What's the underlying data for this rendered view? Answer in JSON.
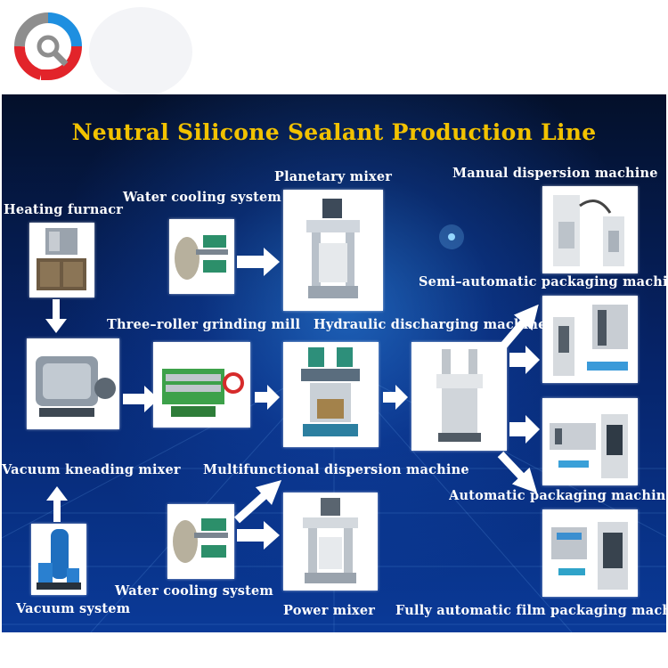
{
  "title": "Neutral Silicone Sealant Production Line",
  "labels": {
    "heating_furnace": "Heating furnacr",
    "water_cooling_top": "Water cooling system",
    "planetary_mixer": "Planetary mixer",
    "manual_dispersion": "Manual dispersion machine",
    "semi_auto_packaging": "Semi–automatic packaging machine",
    "three_roller": "Three–roller grinding mill",
    "hydraulic_discharging": "Hydraulic discharging machine",
    "vacuum_kneading": "Vacuum kneading mixer",
    "multifunctional_dispersion": "Multifunctional dispersion machine",
    "automatic_packaging": "Automatic packaging machine",
    "water_cooling_bottom": "Water cooling system",
    "vacuum_system": "Vacuum system",
    "power_mixer": "Power mixer",
    "fully_auto_film": "Fully automatic film packaging machine"
  },
  "colors": {
    "title": "#f2c200",
    "label": "#ffffff",
    "background_dark": "#04102a",
    "background_light": "#0a3a98",
    "logo_red": "#e2242a",
    "logo_blue": "#1e8fe0",
    "logo_gray": "#8e8e8e"
  },
  "icons": {
    "logo": "brand-logo-icon",
    "arrow": "flow-arrow-icon"
  }
}
